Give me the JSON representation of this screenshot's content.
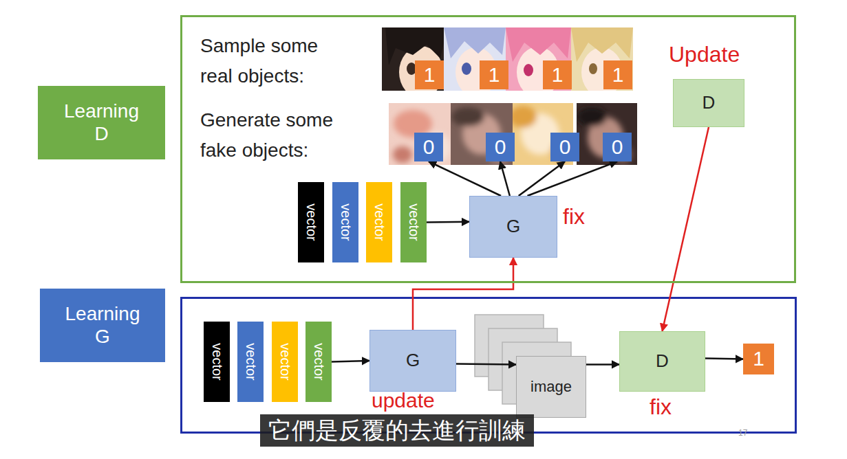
{
  "diagram": {
    "caption": "它們是反覆的去進行訓練",
    "nodes": [
      {
        "text": [
          "Learning D"
        ]
      },
      {
        "text": [
          "Sample some real objects:",
          "Generate some fake objects:"
        ]
      },
      {
        "text": [
          "1"
        ],
        "in": 1
      },
      {
        "text": [
          "1"
        ],
        "in": 1
      },
      {
        "text": [
          "1"
        ],
        "in": 1
      },
      {
        "text": [
          "1"
        ],
        "in": 1
      },
      {
        "text": [
          "0"
        ],
        "in": 1
      },
      {
        "text": [
          "0"
        ],
        "in": 1
      },
      {
        "text": [
          "0"
        ],
        "in": 1
      },
      {
        "text": [
          "0"
        ],
        "in": 1
      },
      {
        "text": [
          "vector"
        ],
        "in": 1
      },
      {
        "text": [
          "vector"
        ],
        "in": 1
      },
      {
        "text": [
          "vector"
        ],
        "in": 1
      },
      {
        "text": [
          "vector"
        ],
        "in": 1
      },
      {
        "text": [
          "G"
        ],
        "in": 1
      },
      {
        "text": [
          "D"
        ],
        "in": 1
      },
      {
        "text": [
          "Learning G"
        ]
      },
      {
        "text": [
          "vector"
        ]
      },
      {
        "text": [
          "vector"
        ]
      },
      {
        "text": [
          "vector"
        ]
      },
      {
        "text": [
          "vector"
        ]
      },
      {
        "text": [
          "G"
        ]
      },
      {
        "text": [
          "image"
        ]
      },
      {
        "text": [
          "D"
        ]
      },
      {
        "text": [
          "1"
        ]
      }
    ],
    "edges": [
      {
        "from": 13,
        "to": 14,
        "arrow": "to"
      },
      {
        "from": 14,
        "to": 6,
        "arrow": "to"
      },
      {
        "from": 14,
        "to": 7,
        "arrow": "to"
      },
      {
        "from": 14,
        "to": 8,
        "arrow": "to"
      },
      {
        "from": 14,
        "to": 9,
        "arrow": "to"
      },
      {
        "from": 21,
        "to": 14,
        "arrow": "to"
      },
      {
        "from": 15,
        "to": 23,
        "arrow": "to"
      },
      {
        "from": 20,
        "to": 21,
        "arrow": "to"
      },
      {
        "from": 21,
        "to": 22,
        "arrow": "to"
      },
      {
        "from": 22,
        "to": 23,
        "arrow": "to"
      },
      {
        "from": 23,
        "to": 24,
        "arrow": "to"
      }
    ],
    "labels": [
      "fix",
      "Update",
      "update",
      "fix",
      "17"
    ]
  }
}
